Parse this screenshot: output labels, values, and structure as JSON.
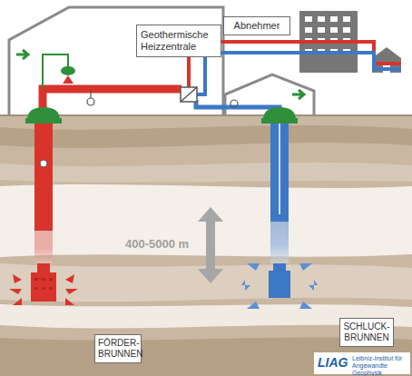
{
  "diagram": {
    "nodes": [
      {
        "text": [
          "Geothermische Heizzentrale"
        ]
      },
      {
        "text": [
          "Abnehmer"
        ]
      },
      {
        "text": [
          "FÖRDER- BRUNNEN"
        ]
      },
      {
        "text": [
          "SCHLUCK- BRUNNEN"
        ]
      }
    ],
    "labels": [
      "400-5000 m",
      "LIAG",
      "Leibniz-Institut für Angewandte Geophysik"
    ]
  }
}
